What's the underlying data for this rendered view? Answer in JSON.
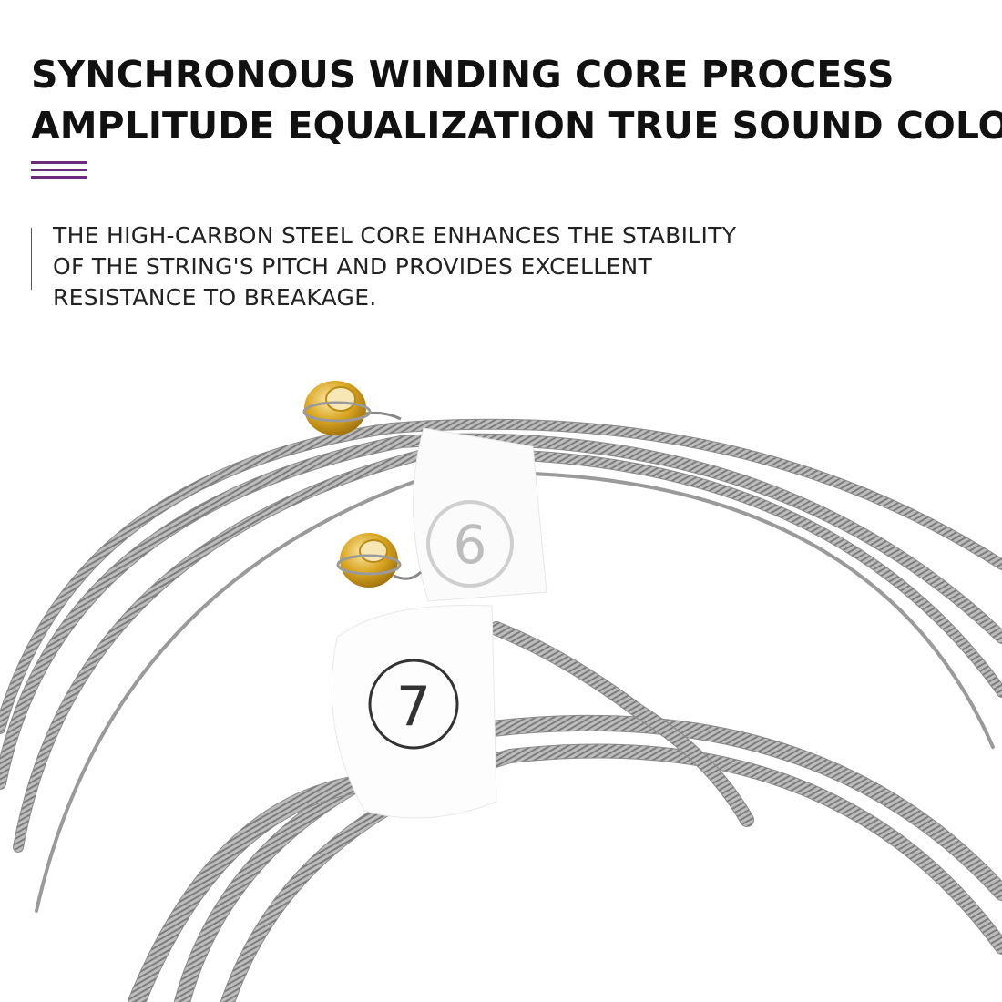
{
  "headline": {
    "line1": "SYNCHRONOUS WINDING CORE PROCESS",
    "line2": "AMPLITUDE EQUALIZATION TRUE SOUND COLOR"
  },
  "description": {
    "line1": "THE HIGH-CARBON STEEL CORE ENHANCES THE STABILITY",
    "line2": "OF THE STRING'S PITCH AND PROVIDES EXCELLENT",
    "line3": "RESISTANCE TO BREAKAGE."
  },
  "tags": {
    "tag_a": "6",
    "tag_b": "7"
  },
  "colors": {
    "accent": "#6b2c7a",
    "text": "#111111",
    "string_steel": "#a9a9a9",
    "ball_end_brass": "#d9a520"
  }
}
